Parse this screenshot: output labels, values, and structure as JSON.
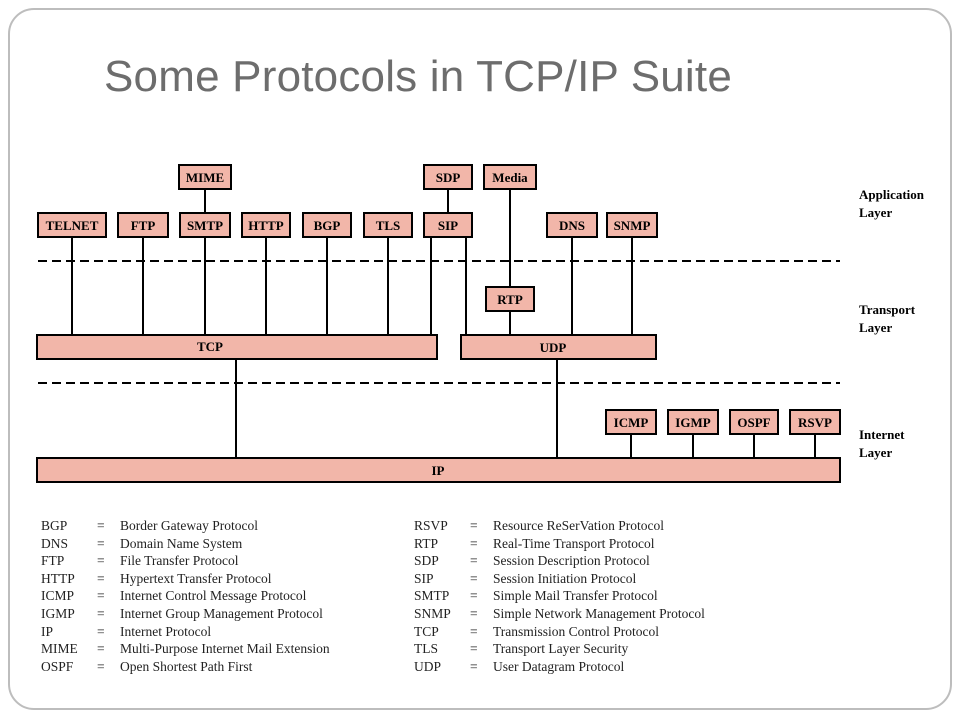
{
  "slide": {
    "title": "Some Protocols in TCP/IP Suite"
  },
  "layers": {
    "application": [
      "Application",
      "Layer"
    ],
    "transport": [
      "Transport",
      "Layer"
    ],
    "internet": [
      "Internet",
      "Layer"
    ]
  },
  "protocols": {
    "mime": "MIME",
    "telnet": "TELNET",
    "ftp": "FTP",
    "smtp": "SMTP",
    "http": "HTTP",
    "bgp": "BGP",
    "tls": "TLS",
    "sdp": "SDP",
    "media": "Media",
    "sip": "SIP",
    "dns": "DNS",
    "snmp": "SNMP",
    "rtp": "RTP",
    "tcp": "TCP",
    "udp": "UDP",
    "icmp": "ICMP",
    "igmp": "IGMP",
    "ospf": "OSPF",
    "rsvp": "RSVP",
    "ip": "IP"
  },
  "legend": {
    "left": [
      {
        "abbr": "BGP",
        "eq": "=",
        "full": "Border Gateway Protocol"
      },
      {
        "abbr": "DNS",
        "eq": "=",
        "full": "Domain Name System"
      },
      {
        "abbr": "FTP",
        "eq": "=",
        "full": "File Transfer Protocol"
      },
      {
        "abbr": "HTTP",
        "eq": "=",
        "full": "Hypertext Transfer Protocol"
      },
      {
        "abbr": "ICMP",
        "eq": "=",
        "full": "Internet Control Message Protocol"
      },
      {
        "abbr": "IGMP",
        "eq": "=",
        "full": "Internet Group Management Protocol"
      },
      {
        "abbr": "IP",
        "eq": "=",
        "full": "Internet Protocol"
      },
      {
        "abbr": "MIME",
        "eq": "=",
        "full": "Multi-Purpose Internet Mail Extension"
      },
      {
        "abbr": "OSPF",
        "eq": "=",
        "full": "Open Shortest Path First"
      }
    ],
    "right": [
      {
        "abbr": "RSVP",
        "eq": "=",
        "full": "Resource ReSerVation Protocol"
      },
      {
        "abbr": "RTP",
        "eq": "=",
        "full": "Real-Time Transport Protocol"
      },
      {
        "abbr": "SDP",
        "eq": "=",
        "full": "Session Description Protocol"
      },
      {
        "abbr": "SIP",
        "eq": "=",
        "full": "Session Initiation Protocol"
      },
      {
        "abbr": "SMTP",
        "eq": "=",
        "full": "Simple Mail Transfer Protocol"
      },
      {
        "abbr": "SNMP",
        "eq": "=",
        "full": "Simple Network Management Protocol"
      },
      {
        "abbr": "TCP",
        "eq": "=",
        "full": "Transmission Control Protocol"
      },
      {
        "abbr": "TLS",
        "eq": "=",
        "full": "Transport Layer Security"
      },
      {
        "abbr": "UDP",
        "eq": "=",
        "full": "User Datagram Protocol"
      }
    ]
  },
  "colors": {
    "box_fill": "#f2b6a9",
    "box_stroke": "#000000",
    "title": "#6d6d6d",
    "frame": "#bdbdbd"
  }
}
